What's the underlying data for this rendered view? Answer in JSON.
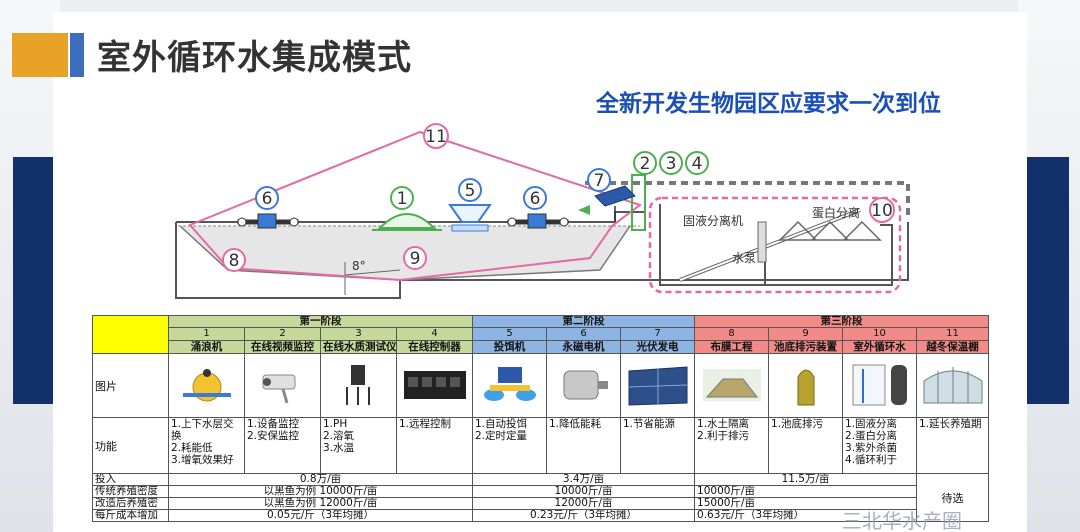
{
  "title": "室外循环水集成模式",
  "subtitle": "全新开发生物园区应要求一次到位",
  "diagram": {
    "markers": [
      "11",
      "6",
      "1",
      "5",
      "6",
      "7",
      "2",
      "3",
      "4",
      "8",
      "9",
      "10"
    ],
    "labels": {
      "angle": "8°",
      "separator": "固液分离机",
      "protein": "蛋白分离",
      "pump": "水泵"
    }
  },
  "table": {
    "phases": [
      "第一阶段",
      "第二阶段",
      "第三阶段"
    ],
    "numbers": [
      "1",
      "2",
      "3",
      "4",
      "5",
      "6",
      "7",
      "8",
      "9",
      "10",
      "11"
    ],
    "items": [
      "涌浪机",
      "在线视频监控",
      "在线水质测试仪",
      "在线控制器",
      "投饵机",
      "永磁电机",
      "光伏发电",
      "布膜工程",
      "池底排污装置",
      "室外循环水",
      "越冬保温棚"
    ],
    "row_labels": {
      "picture": "图片",
      "function": "功能",
      "invest": "投入",
      "density_trad": "传统养殖密度",
      "density_new": "改造后养殖密",
      "cost": "每斤成本增加"
    },
    "functions": [
      [
        "1.上下水层交换",
        "2.耗能低",
        "3.增氧效果好"
      ],
      [
        "1.设备监控",
        "2.安保监控"
      ],
      [
        "1.PH",
        "2.溶氧",
        "3.水温"
      ],
      [
        "1.远程控制"
      ],
      [
        "1.自动投饵",
        "2.定时定量"
      ],
      [
        "1.降低能耗"
      ],
      [
        "1.节省能源"
      ],
      [
        "1.水土隔离",
        "2.利于排污"
      ],
      [
        "1.池底排污"
      ],
      [
        "1.固液分离",
        "2.蛋白分离",
        "3.紫外杀菌",
        "4.循环利于"
      ],
      [
        "1.延长养殖期"
      ]
    ],
    "invest": [
      "0.8万/亩",
      "3.4万/亩",
      "11.5万/亩"
    ],
    "density_trad": [
      "以黑鱼为例  10000斤/亩",
      "10000斤/亩",
      "10000斤/亩"
    ],
    "density_new": [
      "以黑鱼为例  12000斤/亩",
      "12000斤/亩",
      "15000斤/亩"
    ],
    "cost": [
      "0.05元/斤（3年均摊）",
      "0.23元/斤（3年均摊）",
      "0.63元/斤（3年均摊）"
    ],
    "pending": "待选"
  },
  "watermark": "三北华水产圈"
}
